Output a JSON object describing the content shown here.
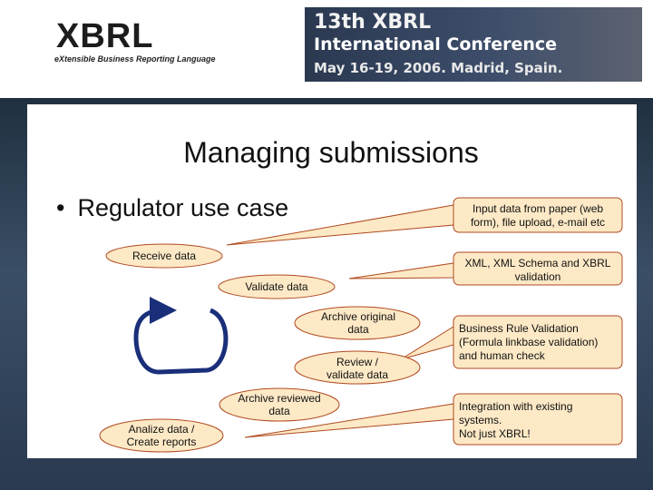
{
  "header": {
    "logo_word": "XBRL",
    "logo_tagline": "eXtensible Business Reporting Language",
    "banner": {
      "line1": "13th XBRL",
      "line2": "International Conference",
      "line3": "May 16-19, 2006. Madrid, Spain."
    }
  },
  "slide": {
    "title": "Managing submissions",
    "bullet": "Regulator use case"
  },
  "steps": {
    "receive": "Receive data",
    "validate": "Validate data",
    "archive_original": "Archive original data",
    "review": "Review / validate data",
    "archive_reviewed": "Archive reviewed data",
    "analyze": "Analize data / Create reports"
  },
  "notes": {
    "input": "Input data from paper (web form), file upload, e-mail etc",
    "xml": "XML, XML Schema and XBRL validation",
    "business": "Business Rule Validation (Formula linkbase validation) and human check",
    "integration": "Integration with existing systems.\nNot just XBRL!"
  },
  "colors": {
    "ellipse_fill": "#fde9c6",
    "ellipse_stroke": "#b04a20",
    "cycle_arrow": "#1a2f7a"
  }
}
